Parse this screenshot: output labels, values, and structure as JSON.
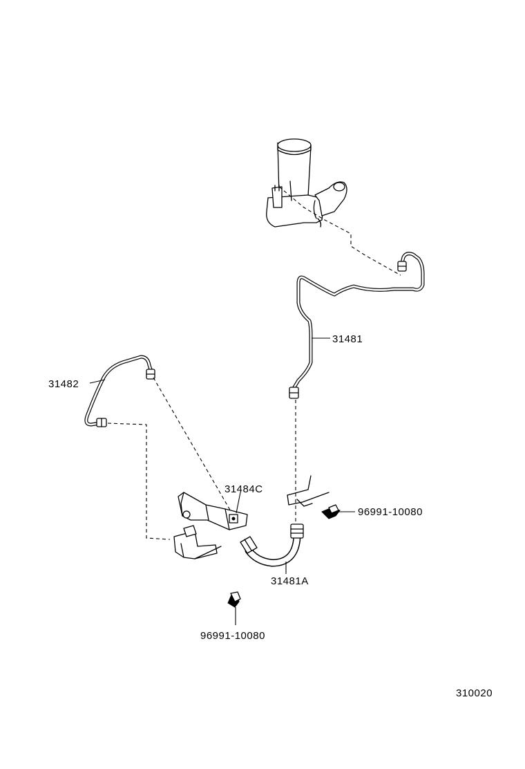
{
  "labels": {
    "part_31481": "31481",
    "part_31482": "31482",
    "part_31484c": "31484C",
    "part_31481a": "31481A",
    "clip_right": "96991-10080",
    "clip_bottom": "96991-10080",
    "diagram_id": "310020"
  }
}
